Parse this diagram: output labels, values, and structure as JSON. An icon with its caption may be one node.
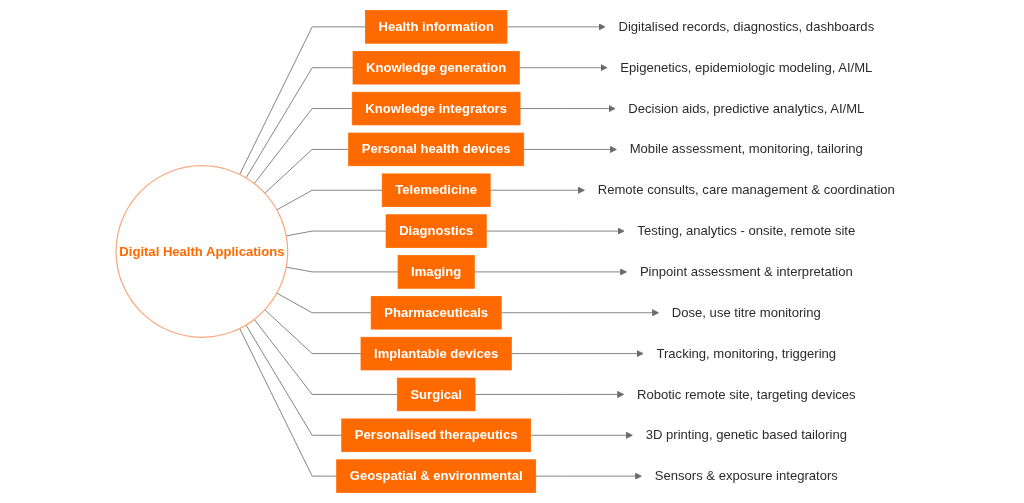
{
  "diagram": {
    "nodes": [
      {
        "text": [
          "Digital Health Applications"
        ]
      },
      {
        "text": [
          "Health information"
        ]
      },
      {
        "text": [
          "Knowledge generation"
        ]
      },
      {
        "text": [
          "Knowledge integrators"
        ]
      },
      {
        "text": [
          "Personal health devices"
        ]
      },
      {
        "text": [
          "Telemedicine"
        ]
      },
      {
        "text": [
          "Diagnostics"
        ]
      },
      {
        "text": [
          "Imaging"
        ]
      },
      {
        "text": [
          "Pharmaceuticals"
        ]
      },
      {
        "text": [
          "Implantable devices"
        ]
      },
      {
        "text": [
          "Surgical"
        ]
      },
      {
        "text": [
          "Personalised therapeutics"
        ]
      },
      {
        "text": [
          "Geospatial & environmental"
        ]
      },
      {
        "text": [
          "Digitalised records, diagnostics, dashboards"
        ]
      },
      {
        "text": [
          "Epigenetics, epidemiologic modeling, AI/ML"
        ]
      },
      {
        "text": [
          "Decision aids, predictive analytics, AI/ML"
        ]
      },
      {
        "text": [
          "Mobile assessment, monitoring, tailoring"
        ]
      },
      {
        "text": [
          "Remote consults, care management & coordination"
        ]
      },
      {
        "text": [
          "Testing, analytics - onsite, remote site"
        ]
      },
      {
        "text": [
          "Pinpoint assessment & interpretation"
        ]
      },
      {
        "text": [
          "Dose, use titre monitoring"
        ]
      },
      {
        "text": [
          "Tracking, monitoring, triggering"
        ]
      },
      {
        "text": [
          "Robotic remote site, targeting devices"
        ]
      },
      {
        "text": [
          "3D printing, genetic based tailoring"
        ]
      },
      {
        "text": [
          "Sensors & exposure integrators"
        ]
      }
    ],
    "edges": [
      {
        "from": 0,
        "to": 1,
        "arrow": "none"
      },
      {
        "from": 1,
        "to": 13,
        "arrow": "to"
      },
      {
        "from": 0,
        "to": 2,
        "arrow": "none"
      },
      {
        "from": 2,
        "to": 14,
        "arrow": "to"
      },
      {
        "from": 0,
        "to": 3,
        "arrow": "none"
      },
      {
        "from": 3,
        "to": 15,
        "arrow": "to"
      },
      {
        "from": 0,
        "to": 4,
        "arrow": "none"
      },
      {
        "from": 4,
        "to": 16,
        "arrow": "to"
      },
      {
        "from": 0,
        "to": 5,
        "arrow": "none"
      },
      {
        "from": 5,
        "to": 17,
        "arrow": "to"
      },
      {
        "from": 0,
        "to": 6,
        "arrow": "none"
      },
      {
        "from": 6,
        "to": 18,
        "arrow": "to"
      },
      {
        "from": 0,
        "to": 7,
        "arrow": "none"
      },
      {
        "from": 7,
        "to": 19,
        "arrow": "to"
      },
      {
        "from": 0,
        "to": 8,
        "arrow": "none"
      },
      {
        "from": 8,
        "to": 20,
        "arrow": "to"
      },
      {
        "from": 0,
        "to": 9,
        "arrow": "none"
      },
      {
        "from": 9,
        "to": 21,
        "arrow": "to"
      },
      {
        "from": 0,
        "to": 10,
        "arrow": "none"
      },
      {
        "from": 10,
        "to": 22,
        "arrow": "to"
      },
      {
        "from": 0,
        "to": 11,
        "arrow": "none"
      },
      {
        "from": 11,
        "to": 23,
        "arrow": "to"
      },
      {
        "from": 0,
        "to": 12,
        "arrow": "none"
      },
      {
        "from": 12,
        "to": 24,
        "arrow": "to"
      }
    ]
  }
}
